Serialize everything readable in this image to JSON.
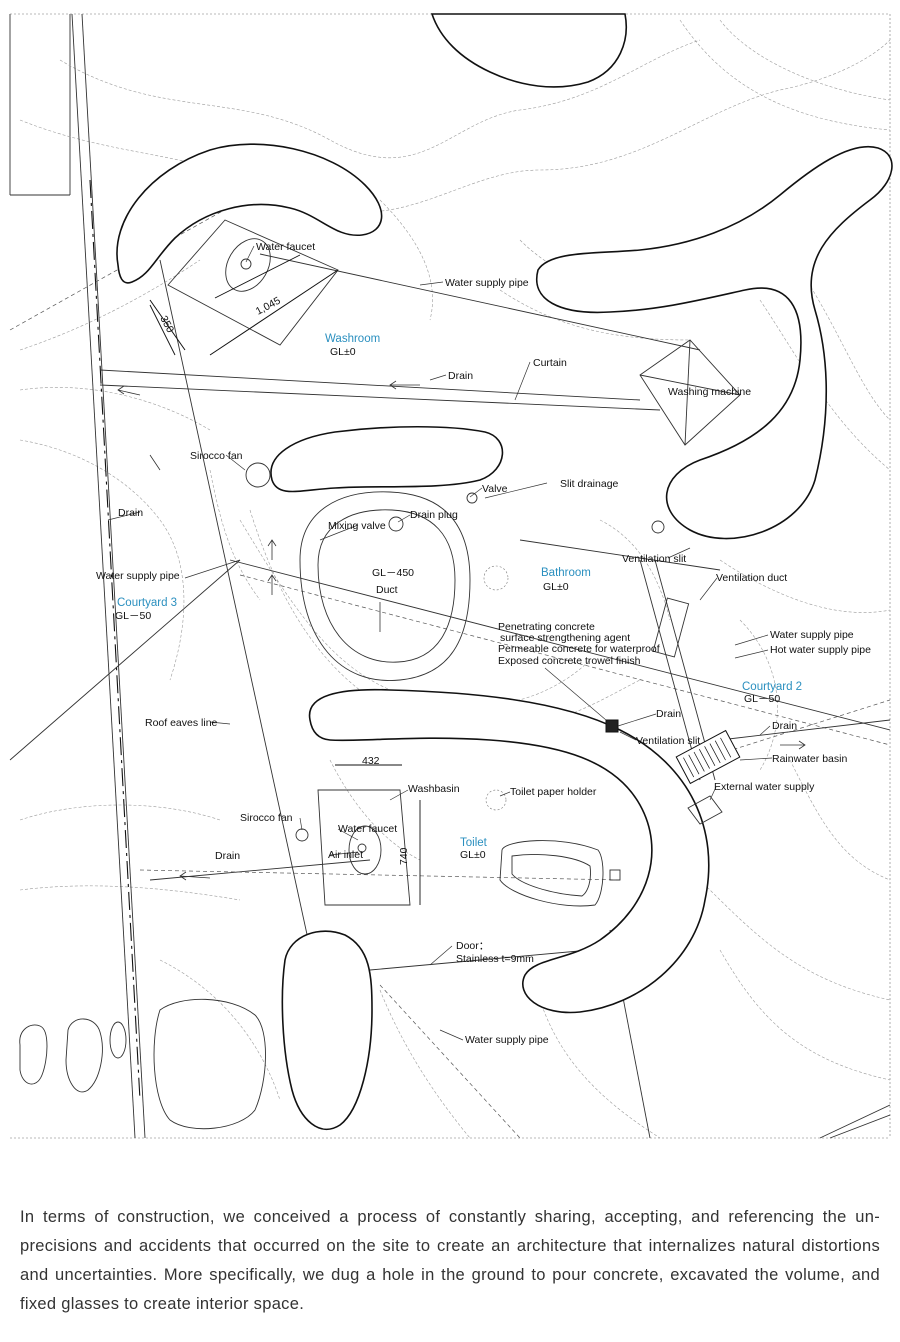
{
  "colors": {
    "room_label": "#2a8fbf",
    "line": "#111111",
    "text": "#333333"
  },
  "plan": {
    "rooms": [
      {
        "id": "washroom",
        "name": "Washroom",
        "level": "GL±0"
      },
      {
        "id": "bathroom",
        "name": "Bathroom",
        "level": "GL±0"
      },
      {
        "id": "toilet",
        "name": "Toilet",
        "level": "GL±0"
      },
      {
        "id": "courtyard3",
        "name": "Courtyard 3",
        "level": "GL－50"
      },
      {
        "id": "courtyard2",
        "name": "Courtyard 2",
        "level": "GL－50"
      }
    ],
    "labels": {
      "water_faucet_top": "Water faucet",
      "water_supply_pipe_top": "Water supply pipe",
      "drain_washroom": "Drain",
      "curtain": "Curtain",
      "washing_machine": "Washing machine",
      "sirocco_fan_top": "Sirocco fan",
      "drain_left": "Drain",
      "valve": "Valve",
      "slit_drainage": "Slit drainage",
      "mixing_valve": "Mixing valve",
      "drain_plug": "Drain plug",
      "water_supply_pipe_left": "Water supply pipe",
      "tub_level": "GL－450",
      "duct": "Duct",
      "ventilation_slit_top": "Ventilation slit",
      "ventilation_duct": "Ventilation duct",
      "water_supply_pipe_right": "Water supply pipe",
      "hot_water_supply_pipe": "Hot water supply pipe",
      "concrete_1": "Penetrating concrete",
      "concrete_2": "surface strengthening agent",
      "concrete_3": "Permeable concrete for waterproof",
      "concrete_4": "Exposed concrete trowel finish",
      "drain_center": "Drain",
      "ventilation_slit_bottom": "Ventilation slit",
      "drain_right": "Drain",
      "rainwater_basin": "Rainwater basin",
      "external_water_supply": "External water supply",
      "roof_eaves_line": "Roof eaves line",
      "washbasin": "Washbasin",
      "toilet_paper_holder": "Toilet paper holder",
      "sirocco_fan_bottom": "Sirocco fan",
      "water_faucet_bottom": "Water faucet",
      "air_inlet": "Air inlet",
      "drain_bottom": "Drain",
      "door_1": "Door：",
      "door_2": "Stainless  t=9mm",
      "water_supply_pipe_bottom": "Water supply pipe"
    },
    "dimensions": {
      "d1045": "1,045",
      "d350": "350",
      "d432": "432",
      "d740": "740"
    }
  },
  "caption": "In terms of construction, we conceived a process of constantly sharing, accepting, and referencing the un-precisions and accidents that occurred on the site to create an architecture that internalizes natural distortions and uncertainties. More specifically, we dug a hole in the ground to pour concrete, excavated the volume, and fixed glasses to create interior space."
}
